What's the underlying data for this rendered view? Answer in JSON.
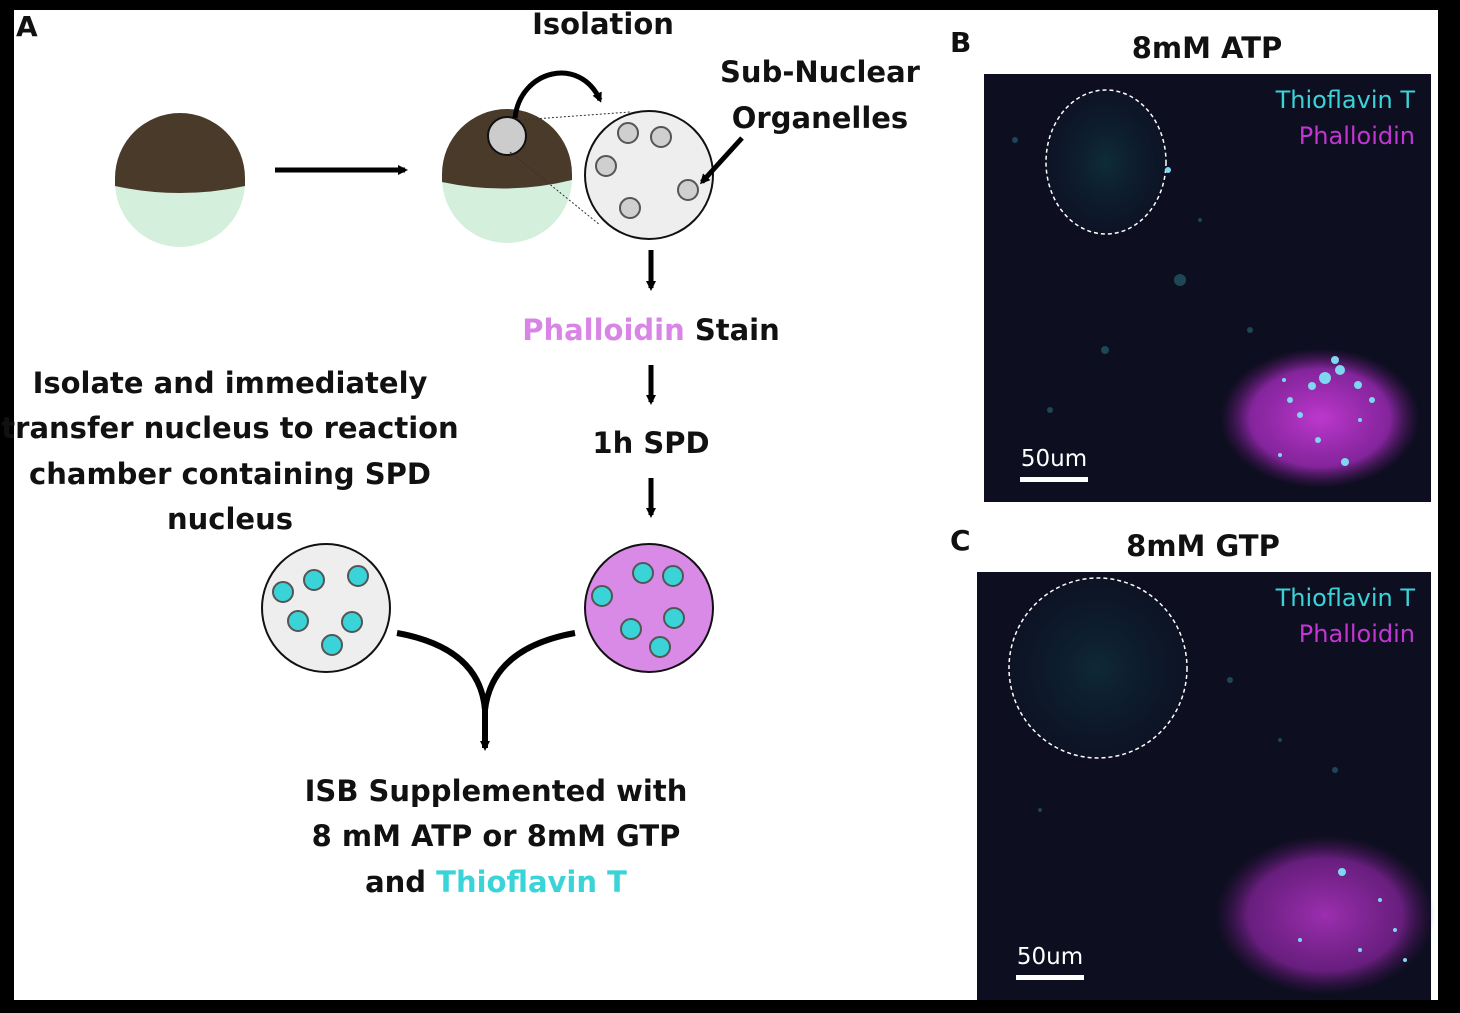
{
  "panel_a": {
    "panel_label": "A",
    "isolation_label": "Isolation",
    "organelles_label_line1": "Sub-Nuclear",
    "organelles_label_line2": "Organelles",
    "phalloidin_word": "Phalloidin",
    "stain_word": " Stain",
    "spd_label": "1h SPD",
    "isolate_text_lines": [
      "Isolate and immediately",
      "transfer nucleus to reaction",
      "chamber containing SPD",
      "nucleus"
    ],
    "isb_text_lines": [
      "ISB Supplemented with",
      "8 mM ATP or 8mM GTP"
    ],
    "and_word": "and ",
    "thioflavin_word": "Thioflavin T"
  },
  "panel_b": {
    "panel_label": "B",
    "title": "8mM ATP",
    "legend_thioflavin": "Thioflavin T",
    "legend_phalloidin": "Phalloidin",
    "scale_bar": "50um"
  },
  "panel_c": {
    "panel_label": "C",
    "title": "8mM GTP",
    "legend_thioflavin": "Thioflavin T",
    "legend_phalloidin": "Phalloidin",
    "scale_bar": "50um"
  },
  "colors": {
    "nucleus_brown": "#4a3a2a",
    "nucleus_green": "#d4efdc",
    "nucleus_gray": "#eeeeee",
    "phalloidin_magenta": "#d98ae6",
    "phalloidin_text": "#d985e6",
    "thioflavin_cyan": "#39d3d8",
    "micro_bg": "#0d0e20"
  }
}
